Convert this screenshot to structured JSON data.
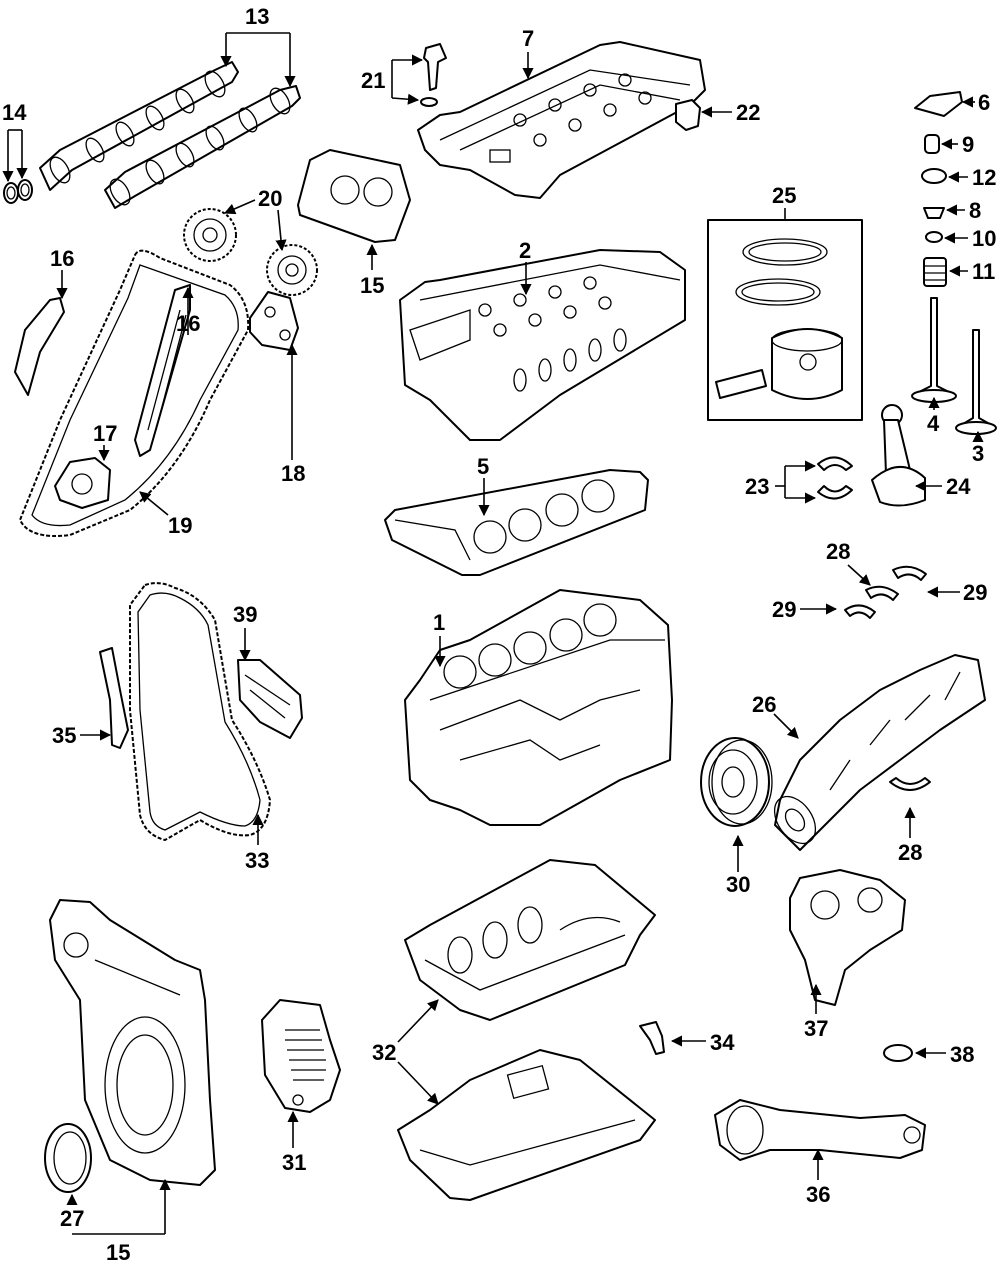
{
  "diagram": {
    "callouts": [
      {
        "id": "c1",
        "text": "1"
      },
      {
        "id": "c2",
        "text": "2"
      },
      {
        "id": "c3",
        "text": "3"
      },
      {
        "id": "c4",
        "text": "4"
      },
      {
        "id": "c5",
        "text": "5"
      },
      {
        "id": "c6",
        "text": "6"
      },
      {
        "id": "c7",
        "text": "7"
      },
      {
        "id": "c8",
        "text": "8"
      },
      {
        "id": "c9",
        "text": "9"
      },
      {
        "id": "c10",
        "text": "10"
      },
      {
        "id": "c11",
        "text": "11"
      },
      {
        "id": "c12",
        "text": "12"
      },
      {
        "id": "c13",
        "text": "13"
      },
      {
        "id": "c14",
        "text": "14"
      },
      {
        "id": "c15a",
        "text": "15"
      },
      {
        "id": "c15b",
        "text": "15"
      },
      {
        "id": "c16a",
        "text": "16"
      },
      {
        "id": "c16b",
        "text": "16"
      },
      {
        "id": "c17",
        "text": "17"
      },
      {
        "id": "c18",
        "text": "18"
      },
      {
        "id": "c19",
        "text": "19"
      },
      {
        "id": "c20",
        "text": "20"
      },
      {
        "id": "c21",
        "text": "21"
      },
      {
        "id": "c22",
        "text": "22"
      },
      {
        "id": "c23",
        "text": "23"
      },
      {
        "id": "c24",
        "text": "24"
      },
      {
        "id": "c25",
        "text": "25"
      },
      {
        "id": "c26",
        "text": "26"
      },
      {
        "id": "c27",
        "text": "27"
      },
      {
        "id": "c28a",
        "text": "28"
      },
      {
        "id": "c28b",
        "text": "28"
      },
      {
        "id": "c29a",
        "text": "29"
      },
      {
        "id": "c29b",
        "text": "29"
      },
      {
        "id": "c30",
        "text": "30"
      },
      {
        "id": "c31",
        "text": "31"
      },
      {
        "id": "c32",
        "text": "32"
      },
      {
        "id": "c33",
        "text": "33"
      },
      {
        "id": "c34",
        "text": "34"
      },
      {
        "id": "c35",
        "text": "35"
      },
      {
        "id": "c36",
        "text": "36"
      },
      {
        "id": "c37",
        "text": "37"
      },
      {
        "id": "c38",
        "text": "38"
      },
      {
        "id": "c39",
        "text": "39"
      }
    ]
  }
}
